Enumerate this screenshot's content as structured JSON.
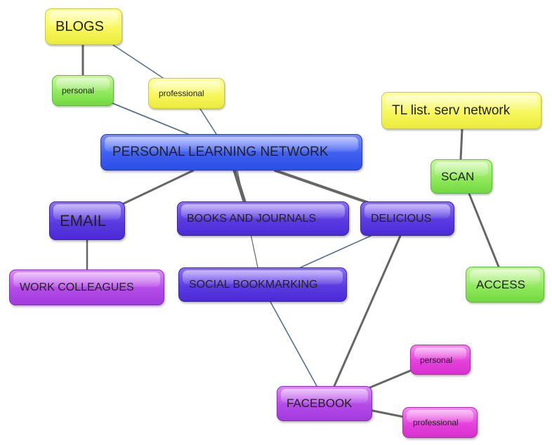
{
  "diagram": {
    "nodes": [
      {
        "id": "blogs",
        "label": "BLOGS",
        "color": "yellow"
      },
      {
        "id": "blogs_personal",
        "label": "personal",
        "color": "green"
      },
      {
        "id": "blogs_professional",
        "label": "professional",
        "color": "yellow"
      },
      {
        "id": "tl_list",
        "label": "TL list. serv network",
        "color": "yellow"
      },
      {
        "id": "pln",
        "label": "PERSONAL LEARNING NETWORK",
        "color": "blue"
      },
      {
        "id": "scan",
        "label": "SCAN",
        "color": "green"
      },
      {
        "id": "email",
        "label": "EMAIL",
        "color": "indigo"
      },
      {
        "id": "books",
        "label": "BOOKS AND JOURNALS",
        "color": "indigo"
      },
      {
        "id": "delicious",
        "label": "DELICIOUS",
        "color": "indigo"
      },
      {
        "id": "work",
        "label": "WORK COLLEAGUES",
        "color": "purple"
      },
      {
        "id": "social",
        "label": "SOCIAL BOOKMARKING",
        "color": "indigo"
      },
      {
        "id": "access",
        "label": "ACCESS",
        "color": "green"
      },
      {
        "id": "fb_personal",
        "label": "personal",
        "color": "magenta"
      },
      {
        "id": "facebook",
        "label": "FACEBOOK",
        "color": "purple"
      },
      {
        "id": "fb_professional",
        "label": "professional",
        "color": "magenta"
      }
    ],
    "edges": [
      {
        "from": "blogs",
        "to": "blogs_personal",
        "style": "gray"
      },
      {
        "from": "blogs",
        "to": "blogs_professional",
        "style": "slate"
      },
      {
        "from": "blogs_personal",
        "to": "pln",
        "style": "slate"
      },
      {
        "from": "blogs_professional",
        "to": "pln",
        "style": "slate"
      },
      {
        "from": "pln",
        "to": "email",
        "style": "gray"
      },
      {
        "from": "pln",
        "to": "books",
        "style": "gray"
      },
      {
        "from": "pln",
        "to": "delicious",
        "style": "gray"
      },
      {
        "from": "pln",
        "to": "social",
        "style": "gray"
      },
      {
        "from": "email",
        "to": "work",
        "style": "gray"
      },
      {
        "from": "delicious",
        "to": "social",
        "style": "slate"
      },
      {
        "from": "delicious",
        "to": "facebook",
        "style": "gray"
      },
      {
        "from": "social",
        "to": "facebook",
        "style": "slate"
      },
      {
        "from": "facebook",
        "to": "fb_personal",
        "style": "gray"
      },
      {
        "from": "facebook",
        "to": "fb_professional",
        "style": "gray"
      },
      {
        "from": "tl_list",
        "to": "scan",
        "style": "gray"
      },
      {
        "from": "scan",
        "to": "access",
        "style": "gray"
      }
    ]
  }
}
